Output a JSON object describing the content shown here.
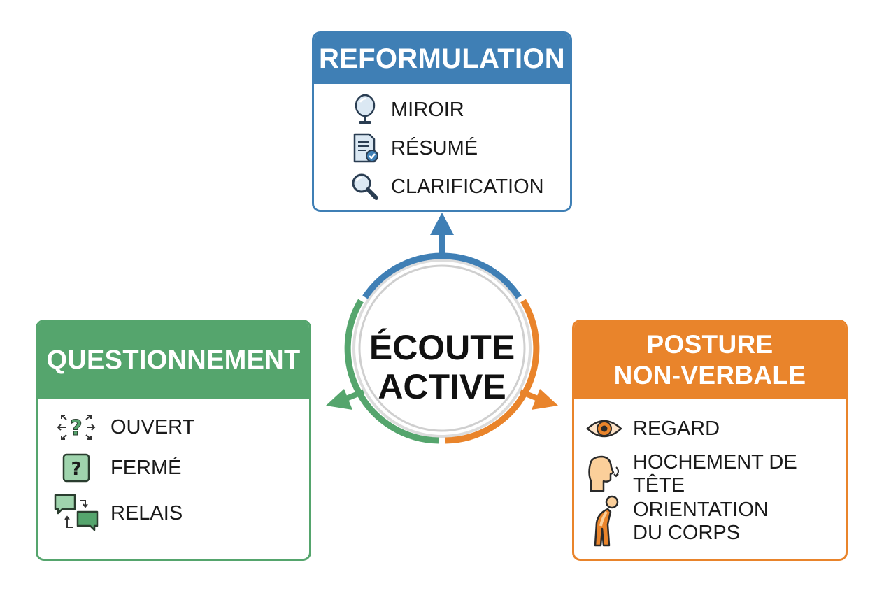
{
  "colors": {
    "reformulation": "#3f7fb5",
    "questionnement": "#55a56d",
    "posture": "#e9842b",
    "center_ring": "#d9d9d9"
  },
  "center": {
    "title_line1": "ÉCOUTE",
    "title_line2": "ACTIVE"
  },
  "reformulation": {
    "title": "REFORMULATION",
    "items": [
      {
        "label": "MIROIR",
        "icon": "mirror-icon"
      },
      {
        "label": "RÉSUMÉ",
        "icon": "document-check-icon"
      },
      {
        "label": "CLARIFICATION",
        "icon": "magnifier-icon"
      }
    ]
  },
  "questionnement": {
    "title": "QUESTIONNEMENT",
    "items": [
      {
        "label": "OUVERT",
        "icon": "question-arrows-icon"
      },
      {
        "label": "FERMÉ",
        "icon": "question-box-icon"
      },
      {
        "label": "RELAIS",
        "icon": "chat-bubbles-icon"
      }
    ]
  },
  "posture": {
    "title_line1": "POSTURE",
    "title_line2": "NON-VERBALE",
    "items": [
      {
        "label": "REGARD",
        "icon": "eye-icon"
      },
      {
        "label": "HOCHEMENT DE TÊTE",
        "icon": "head-nod-icon"
      },
      {
        "label_line1": "ORIENTATION",
        "label_line2": "DU CORPS",
        "icon": "body-lean-icon"
      }
    ]
  }
}
